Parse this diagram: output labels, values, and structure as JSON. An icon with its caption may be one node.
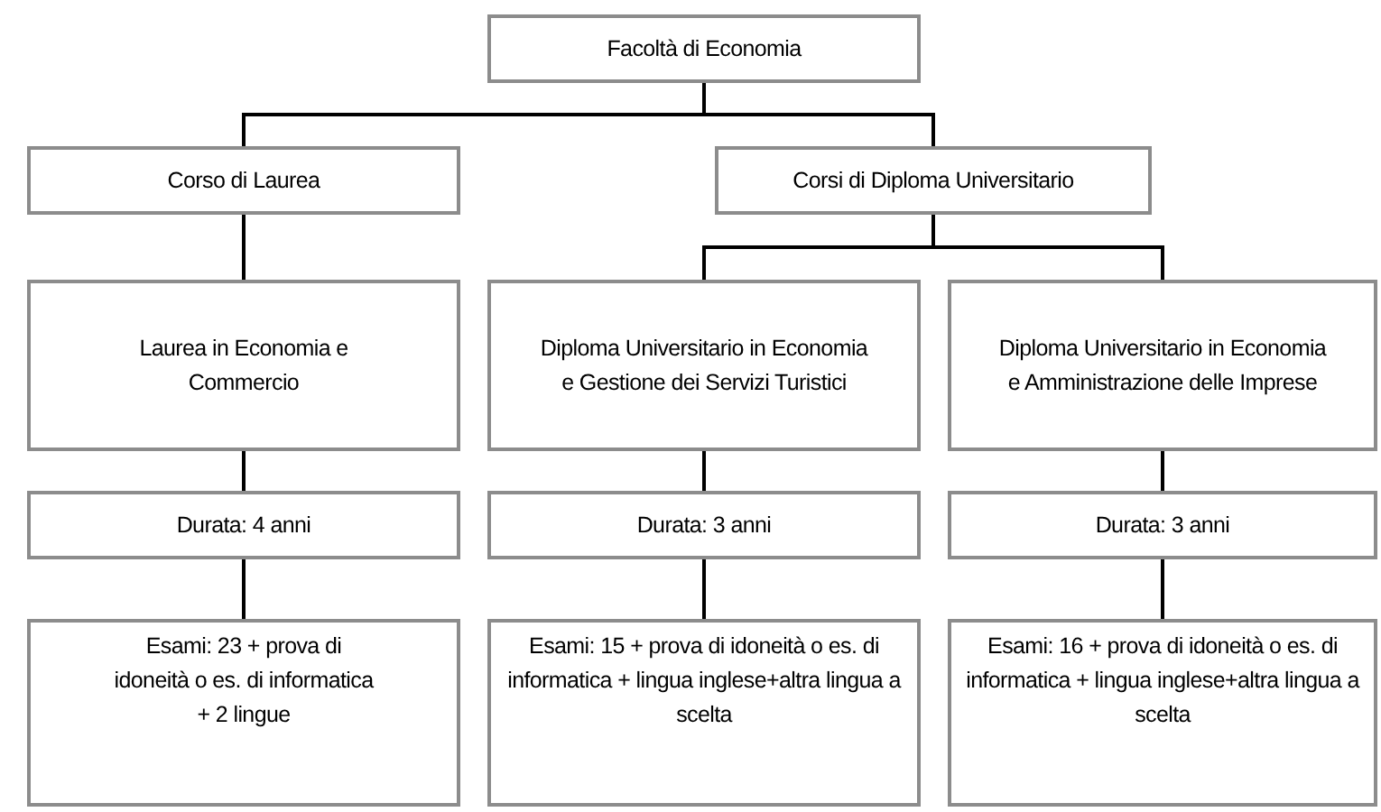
{
  "diagram": {
    "nodes": [
      {
        "text": [
          "Facoltà di Economia"
        ]
      },
      {
        "text": [
          "Corso di Laurea"
        ]
      },
      {
        "text": [
          "Corsi di Diploma Universitario"
        ]
      },
      {
        "text": [
          "Laurea in Economia e Commercio"
        ]
      },
      {
        "text": [
          "Diploma Universitario in Economia e Gestione dei Servizi Turistici"
        ]
      },
      {
        "text": [
          "Diploma Universitario in Economia e Amministrazione delle Imprese"
        ]
      },
      {
        "text": [
          "Durata: 4 anni"
        ]
      },
      {
        "text": [
          "Durata: 3 anni"
        ]
      },
      {
        "text": [
          "Durata: 3 anni"
        ]
      },
      {
        "text": [
          "Esami: 23 + prova di idoneità o es. di informatica + 2 lingue"
        ]
      },
      {
        "text": [
          "Esami: 15 + prova di idoneità o es. di informatica + lingua inglese+altra lingua a scelta"
        ]
      },
      {
        "text": [
          "Esami: 16 + prova di idoneità o es. di informatica + lingua inglese+altra lingua a scelta"
        ]
      }
    ],
    "edges": [
      {
        "from": 0,
        "to": 1,
        "arrow": "none"
      },
      {
        "from": 0,
        "to": 2,
        "arrow": "none"
      },
      {
        "from": 1,
        "to": 3,
        "arrow": "none"
      },
      {
        "from": 2,
        "to": 4,
        "arrow": "none"
      },
      {
        "from": 2,
        "to": 5,
        "arrow": "none"
      },
      {
        "from": 3,
        "to": 6,
        "arrow": "none"
      },
      {
        "from": 4,
        "to": 7,
        "arrow": "none"
      },
      {
        "from": 5,
        "to": 8,
        "arrow": "none"
      },
      {
        "from": 6,
        "to": 9,
        "arrow": "none"
      },
      {
        "from": 7,
        "to": 10,
        "arrow": "none"
      },
      {
        "from": 8,
        "to": 11,
        "arrow": "none"
      }
    ]
  }
}
